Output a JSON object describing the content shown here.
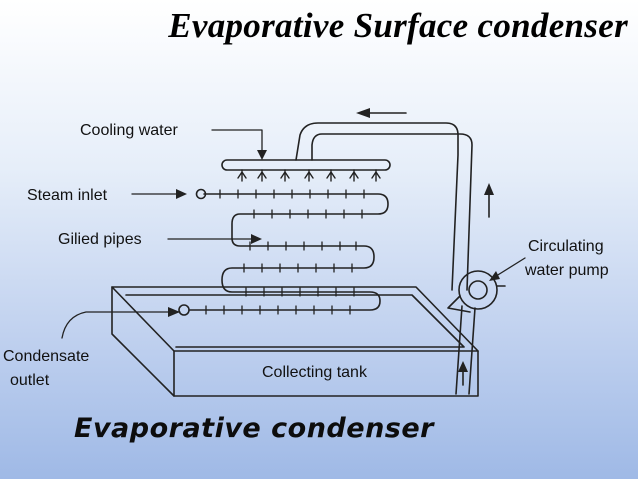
{
  "slide": {
    "title": "Evaporative Surface condenser",
    "caption": "Evaporative condenser"
  },
  "diagram": {
    "labels": {
      "cooling_water": "Cooling water",
      "steam_inlet": "Steam inlet",
      "gilied_pipes": "Gilied pipes",
      "circulating": "Circulating",
      "water_pump": "water pump",
      "condensate": "Condensate",
      "outlet": "outlet",
      "collecting_tank": "Collecting tank"
    },
    "stroke_color": "#222222"
  }
}
